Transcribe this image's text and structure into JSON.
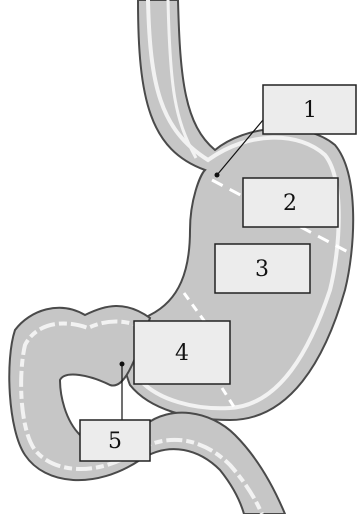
{
  "labels": [
    {
      "id": "1",
      "text": "1"
    },
    {
      "id": "2",
      "text": "2"
    },
    {
      "id": "3",
      "text": "3"
    },
    {
      "id": "4",
      "text": "4"
    },
    {
      "id": "5",
      "text": "5"
    }
  ],
  "colors": {
    "organ_fill": "#c6c6c6",
    "organ_outline": "#4a4a4a",
    "mucosa_line": "#f2f2f2",
    "box_fill": "#ececec",
    "box_border": "#222222",
    "dashed_divider": "#ffffff"
  }
}
